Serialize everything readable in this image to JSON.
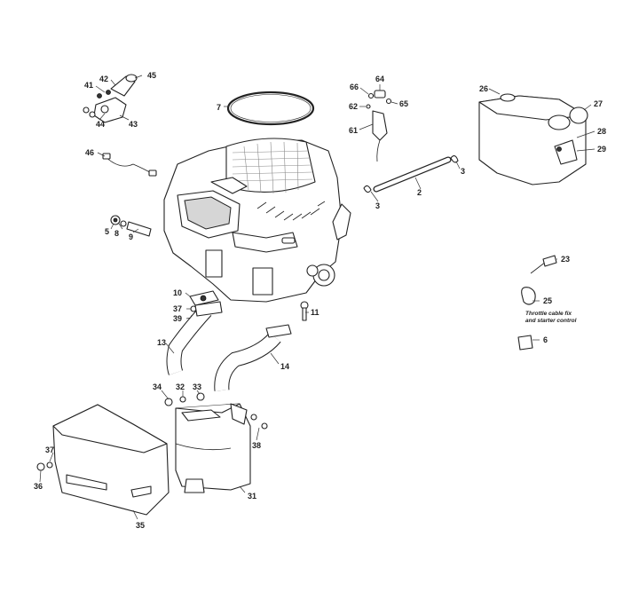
{
  "callouts": {
    "c2": "2",
    "c3a": "3",
    "c3b": "3",
    "c5": "5",
    "c6": "6",
    "c7": "7",
    "c8": "8",
    "c9": "9",
    "c10": "10",
    "c11": "11",
    "c13": "13",
    "c14": "14",
    "c23": "23",
    "c25": "25",
    "c26": "26",
    "c27": "27",
    "c28": "28",
    "c29": "29",
    "c31": "31",
    "c32": "32",
    "c33": "33",
    "c34": "34",
    "c35": "35",
    "c36": "36",
    "c37a": "37",
    "c37b": "37",
    "c38": "38",
    "c39": "39",
    "c41": "41",
    "c42": "42",
    "c43": "43",
    "c44": "44",
    "c45": "45",
    "c46": "46",
    "c61": "61",
    "c62": "62",
    "c64": "64",
    "c65": "65",
    "c66": "66"
  },
  "notes": {
    "throttle_line1": "Throttle cable fix",
    "throttle_line2": "and starter control"
  }
}
